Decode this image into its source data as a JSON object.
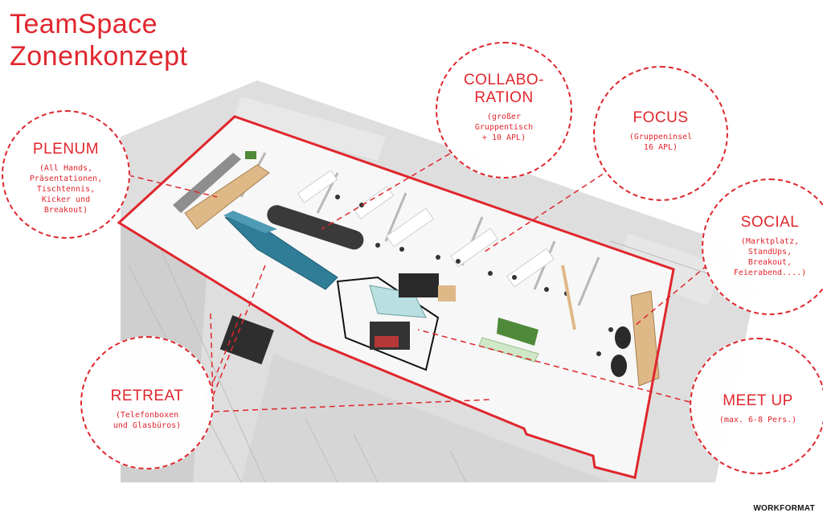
{
  "title": {
    "line1": "TeamSpace",
    "line2": "Zonenkonzept"
  },
  "zones": {
    "plenum": {
      "title": "PLENUM",
      "desc": "(All Hands,\nPräsentationen,\nTischtennis,\nKicker und\nBreakout)"
    },
    "collab": {
      "title": "COLLABO-\nRATION",
      "desc": "(großer\nGruppentisch\n+ 10 APL)"
    },
    "focus": {
      "title": "FOCUS",
      "desc": "(Gruppeninsel\n16 APL)"
    },
    "social": {
      "title": "SOCIAL",
      "desc": "(Marktplatz,\nStandUps,\nBreakout,\nFeierabend....)"
    },
    "retreat": {
      "title": "RETREAT",
      "desc": "(Telefonboxen\nund Glasbüros)"
    },
    "meetup": {
      "title": "MEET UP",
      "desc": "(max. 6-8 Pers.)"
    }
  },
  "brand": "WORKFORMAT",
  "colors": {
    "accent": "#e0262d",
    "plan_bg": "#dcdcdc",
    "wall": "#c4c4c4",
    "floor": "#f7f7f7",
    "teal": "#2f7d97",
    "wood": "#deb887"
  }
}
